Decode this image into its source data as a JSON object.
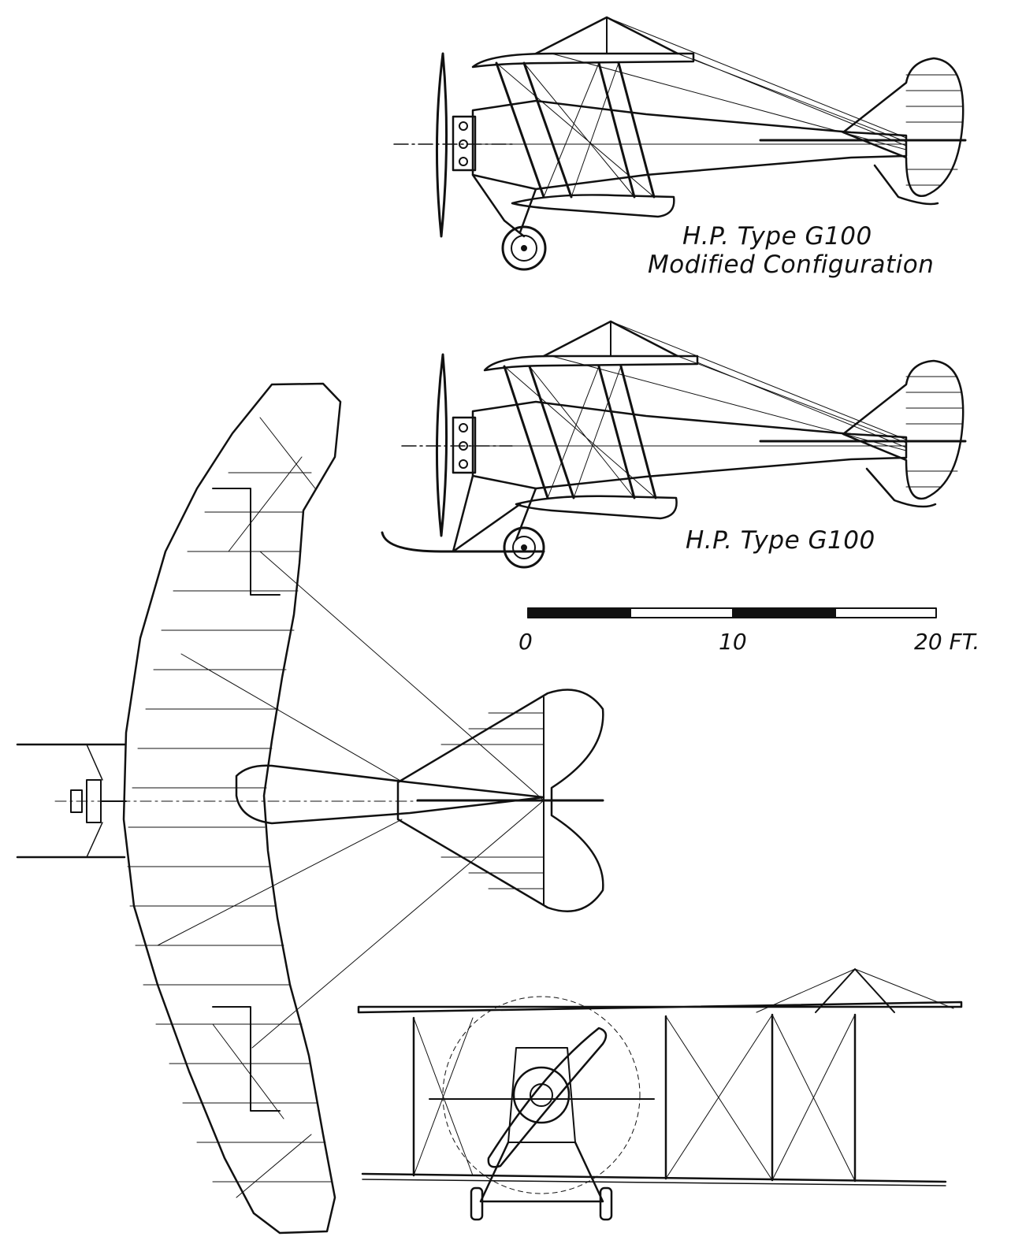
{
  "captions": {
    "modified_line1": "H.P. Type G100",
    "modified_line2": "Modified Configuration",
    "original": "H.P. Type G100"
  },
  "scale_bar": {
    "labels": [
      "0",
      "10",
      "20 FT."
    ],
    "units": "FT."
  },
  "colors": {
    "ink": "#111111",
    "paper": "#ffffff"
  }
}
